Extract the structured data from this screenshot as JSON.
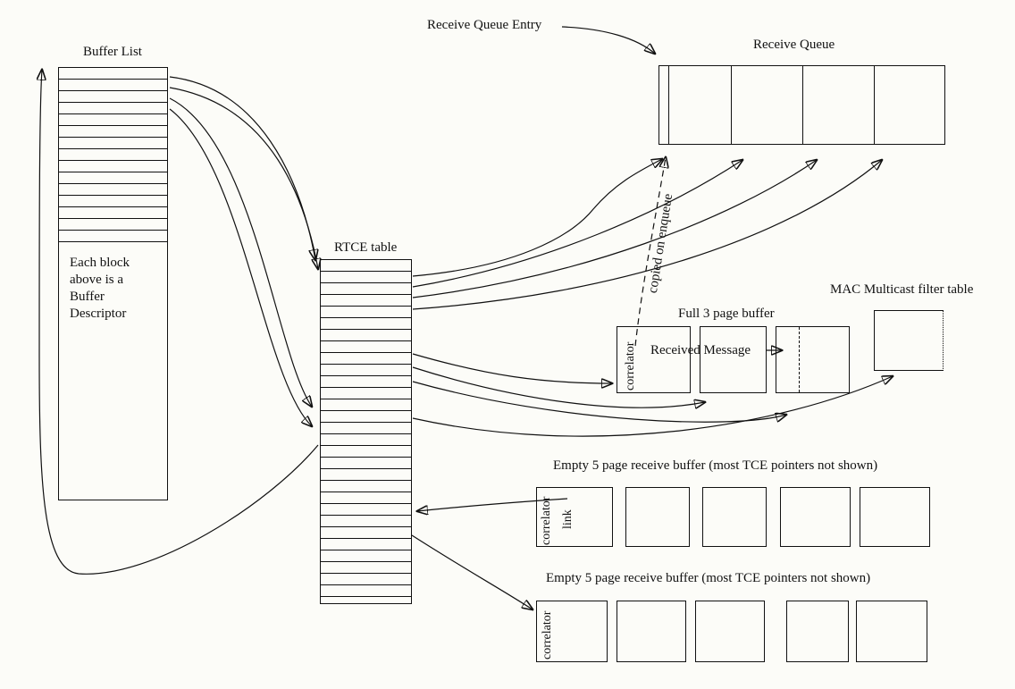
{
  "colors": {
    "ink": "#111111",
    "background": "#fcfcf8"
  },
  "labels": {
    "buffer_list_title": "Buffer List",
    "buffer_descriptor_note": "Each block\nabove is a\nBuffer\nDescriptor",
    "rtce_title": "RTCE table",
    "receive_queue_entry": "Receive Queue Entry",
    "receive_queue_title": "Receive Queue",
    "copied_on_enqueue": "copied on enqueue",
    "full_buffer_title": "Full 3 page buffer",
    "received_message": "Received Message",
    "mac_filter_title": "MAC Multicast filter table",
    "empty_buffer_row1_title": "Empty 5 page receive buffer (most TCE pointers not shown)",
    "empty_buffer_row2_title": "Empty 5 page receive buffer (most TCE pointers not shown)",
    "correlator_full_buffer": "correlator",
    "correlator_row1": "correlator",
    "link_row1": "link",
    "correlator_row2": "correlator"
  }
}
